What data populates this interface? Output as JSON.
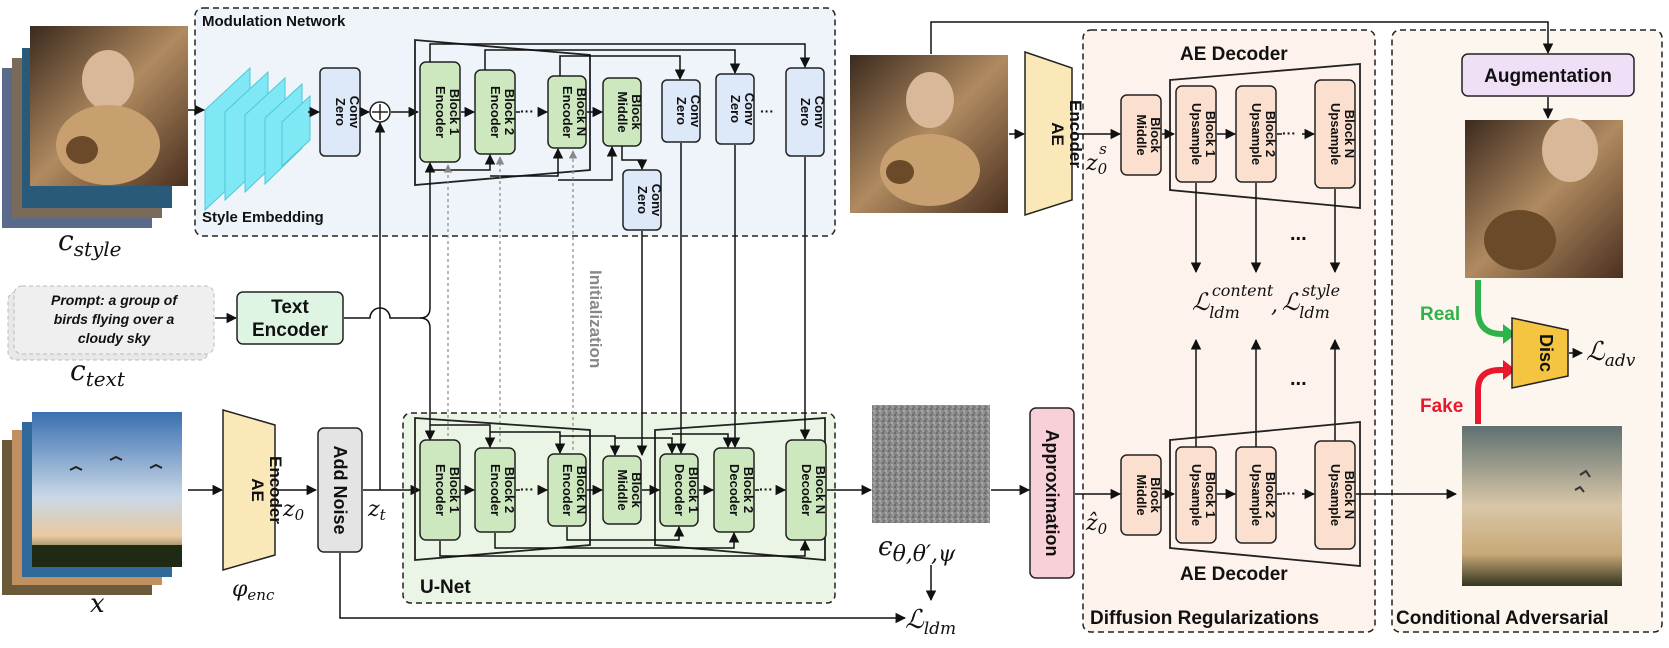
{
  "modulation": {
    "title": "Modulation Network",
    "style_embedding": "Style Embedding",
    "zero_conv": "Zero Conv"
  },
  "inputs": {
    "c_style": "c",
    "c_style_sub": "style",
    "prompt_line1": "Prompt: a group of",
    "prompt_line2": "birds flying over a",
    "prompt_line3": "cloudy sky",
    "c_text": "c",
    "c_text_sub": "text",
    "x": "x"
  },
  "blocks": {
    "enc1": "Encoder",
    "enc1b": "Block 1",
    "enc2": "Encoder",
    "enc2b": "Block 2",
    "encN": "Encoder",
    "encNb": "Block N",
    "mid": "Middle",
    "midb": "Block",
    "dec1": "Decoder",
    "dec1b": "Block 1",
    "dec2": "Decoder",
    "dec2b": "Block 2",
    "decN": "Decoder",
    "decNb": "Block N",
    "zero_a": "Zero",
    "zero_b": "Conv",
    "dots": "···"
  },
  "text_encoder": {
    "line1": "Text",
    "line2": "Encoder"
  },
  "ae_encoder": {
    "line1": "AE",
    "line2": "Encoder"
  },
  "phi_enc": "φ",
  "phi_enc_sub": "enc",
  "add_noise": "Add Noise",
  "z0": "z",
  "z0_sub": "0",
  "zt": "z",
  "zt_sub": "t",
  "unet": "U-Net",
  "initialization": "Initialization",
  "epsilon": "ϵ",
  "epsilon_sub": "θ,θ′,ψ",
  "l_ldm": "ℒ",
  "l_ldm_sub": "ldm",
  "approximation": "Approximation",
  "z0_hat": "ẑ",
  "z0_hat_sub": "0",
  "z0s": "z",
  "z0s_sup": "s",
  "z0s_sub": "0",
  "ae_decoder": "AE Decoder",
  "upsample": {
    "a": "Upsample",
    "b1": "Block 1",
    "b2": "Block 2",
    "bN": "Block N"
  },
  "middle_block": {
    "a": "Middle",
    "b": "Block"
  },
  "ellipsis": "...",
  "loss_content": "ℒ",
  "loss_content_sup": "content",
  "loss_content_sub": "ldm",
  "loss_style": "ℒ",
  "loss_style_sup": "style",
  "loss_style_sub": "ldm",
  "loss_sep": ",",
  "augmentation": "Augmentation",
  "real": "Real",
  "fake": "Fake",
  "disc": "Disc",
  "l_adv": "ℒ",
  "l_adv_sub": "adv",
  "diffusion_reg": "Diffusion Regularizations",
  "cond_adv": "Conditional Adversarial",
  "colors": {
    "green_block": "#cde8bf",
    "blue_block": "#dde8f8",
    "orange_block": "#fbe0d0",
    "yellow": "#fbe8b8",
    "pink": "#f8d0d8",
    "aug": "#efe0f8",
    "mod_bg": "#eef4fa",
    "unet_bg": "#eaf5e5",
    "reg_bg": "#fdf3ec",
    "adv_bg": "#fdf6ee",
    "real": "#2db34a",
    "fake": "#e8192c"
  }
}
